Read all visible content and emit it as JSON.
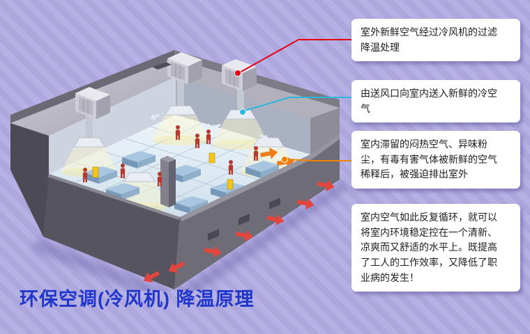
{
  "page": {
    "title": "环保空调(冷风机) 降温原理"
  },
  "callouts": [
    {
      "text": "室外新鲜空气经过冷风机的过滤降温处理",
      "accent": "#e60012"
    },
    {
      "text": "由送风口向室内送入新鲜的冷空气",
      "accent": "#2eb6e0"
    },
    {
      "text": "室内滞留的闷热空气、异味粉尘，有毒有害气体被新鲜的空气稀释后，被强迫排出室外",
      "accent": "#f08300"
    },
    {
      "text": "室内空气如此反复循环，就可以将室内环境稳定控在一个清新、凉爽而又舒适的水平上。既提高了工人的工作效率，又降低了职业病的发生！",
      "accent": ""
    }
  ],
  "colors": {
    "background": "#b6b1e4",
    "stripe": "#ada7dd",
    "title_blue": "#2036cc",
    "connector_red": "#e60012",
    "connector_cyan": "#2eb6e0",
    "connector_orange": "#f08300"
  }
}
